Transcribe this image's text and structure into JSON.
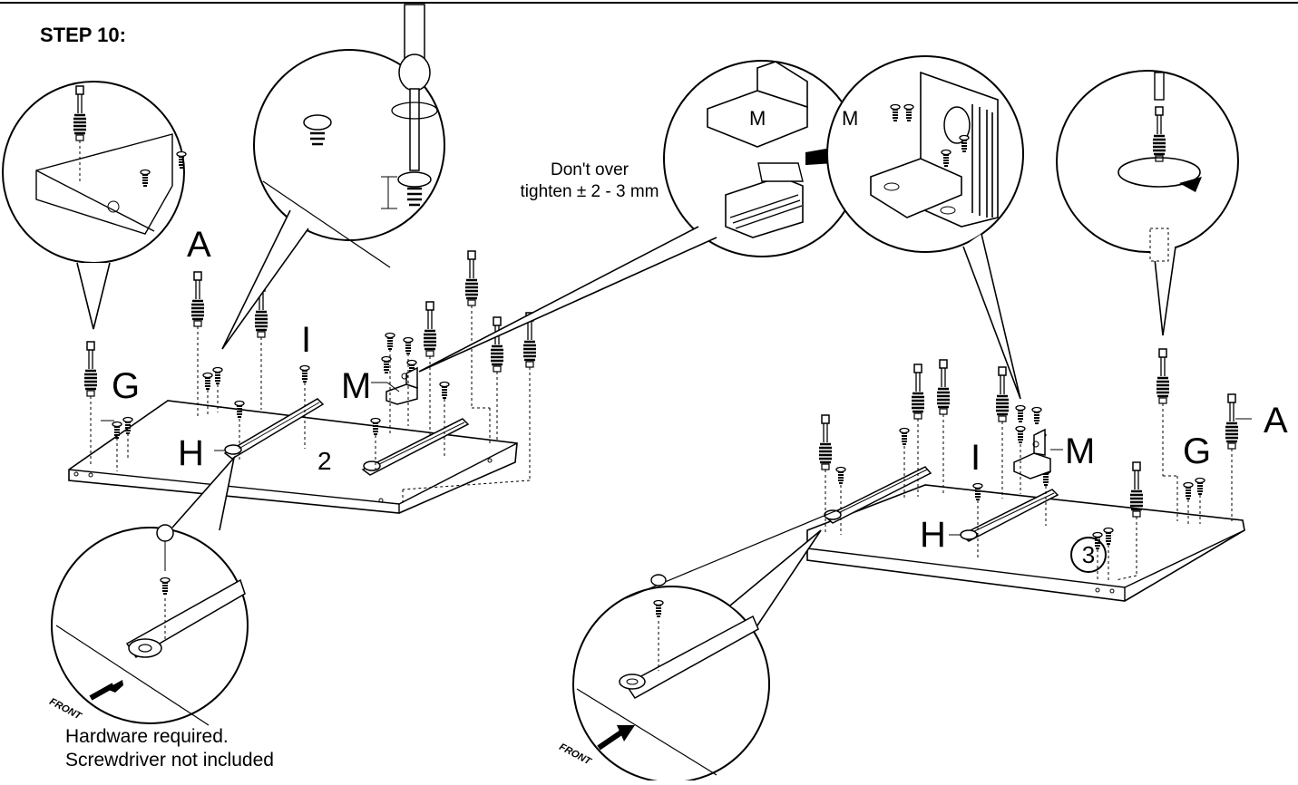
{
  "step": {
    "title": "STEP 10:"
  },
  "caution": {
    "line1": "Don't over",
    "line2": "tighten ± 2 - 3 mm"
  },
  "hardware_note": {
    "line1": "Hardware required.",
    "line2": "Screwdriver not included"
  },
  "left_assembly": {
    "part_labels": {
      "a": "A",
      "g": "G",
      "h": "H",
      "i": "I",
      "m": "M"
    },
    "board_number": "2",
    "front_label": "FRONT"
  },
  "right_assembly": {
    "part_labels": {
      "a": "A",
      "g": "G",
      "h": "H",
      "i": "I",
      "m": "M"
    },
    "board_number": "3",
    "front_label": "FRONT"
  },
  "detail_m": {
    "part_label": "M",
    "bracket_label": "M"
  }
}
